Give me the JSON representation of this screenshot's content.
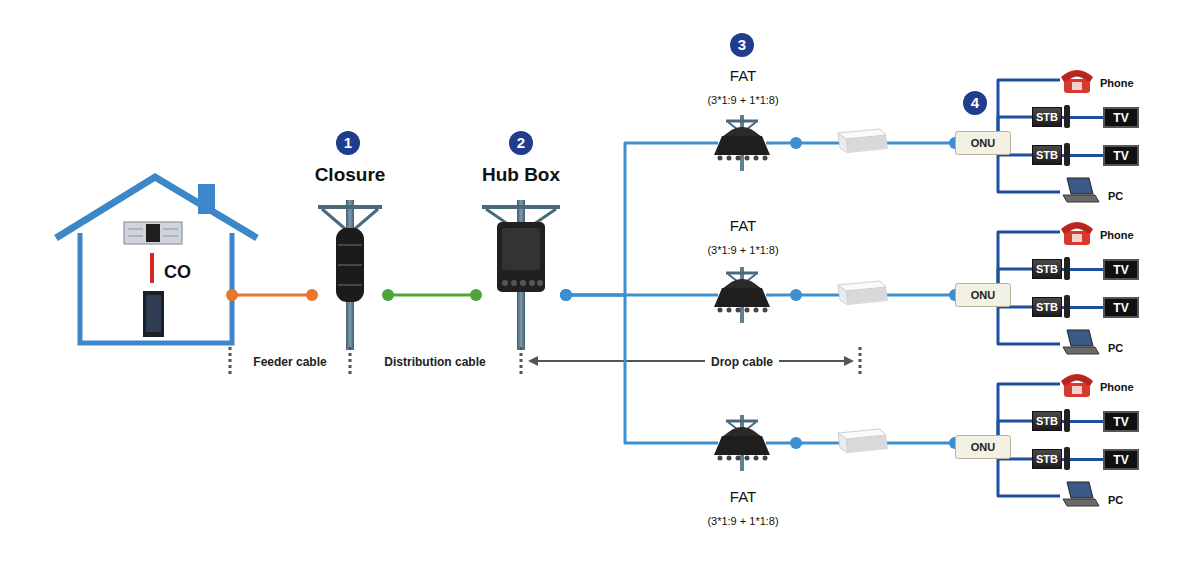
{
  "diagram": {
    "nodes": [
      {
        "text": [
          "CO"
        ]
      },
      {
        "text": [
          "Closure"
        ]
      },
      {
        "text": [
          "Hub Box"
        ]
      },
      {
        "text": [
          "FAT",
          "(3*1:9 + 1*1:8)"
        ]
      },
      {
        "text": [
          "FAT",
          "(3*1:9 + 1*1:8)"
        ]
      },
      {
        "text": [
          "FAT",
          "(3*1:9 + 1*1:8)"
        ]
      },
      {
        "text": [
          "ONU"
        ]
      },
      {
        "text": [
          "Phone"
        ]
      },
      {
        "text": [
          "STB"
        ]
      },
      {
        "text": [
          "TV"
        ]
      },
      {
        "text": [
          "STB"
        ]
      },
      {
        "text": [
          "TV"
        ]
      },
      {
        "text": [
          "PC"
        ]
      },
      {
        "text": [
          "ONU"
        ]
      },
      {
        "text": [
          "Phone"
        ]
      },
      {
        "text": [
          "STB"
        ]
      },
      {
        "text": [
          "TV"
        ]
      },
      {
        "text": [
          "STB"
        ]
      },
      {
        "text": [
          "TV"
        ]
      },
      {
        "text": [
          "PC"
        ]
      },
      {
        "text": [
          "ONU"
        ]
      },
      {
        "text": [
          "Phone"
        ]
      },
      {
        "text": [
          "STB"
        ]
      },
      {
        "text": [
          "TV"
        ]
      },
      {
        "text": [
          "STB"
        ]
      },
      {
        "text": [
          "TV"
        ]
      },
      {
        "text": [
          "PC"
        ]
      }
    ],
    "edges": [
      {
        "from": 0,
        "to": 1,
        "arrow": "none"
      },
      {
        "from": 1,
        "to": 2,
        "arrow": "none"
      },
      {
        "from": 2,
        "to": 3,
        "arrow": "none"
      },
      {
        "from": 2,
        "to": 4,
        "arrow": "none"
      },
      {
        "from": 2,
        "to": 5,
        "arrow": "none"
      },
      {
        "from": 3,
        "to": 6,
        "arrow": "none"
      },
      {
        "from": 4,
        "to": 13,
        "arrow": "none"
      },
      {
        "from": 5,
        "to": 20,
        "arrow": "none"
      },
      {
        "from": 6,
        "to": 7,
        "arrow": "none"
      },
      {
        "from": 6,
        "to": 8,
        "arrow": "none"
      },
      {
        "from": 8,
        "to": 9,
        "arrow": "none"
      },
      {
        "from": 6,
        "to": 10,
        "arrow": "none"
      },
      {
        "from": 10,
        "to": 11,
        "arrow": "none"
      },
      {
        "from": 6,
        "to": 12,
        "arrow": "none"
      },
      {
        "from": 13,
        "to": 14,
        "arrow": "none"
      },
      {
        "from": 13,
        "to": 15,
        "arrow": "none"
      },
      {
        "from": 15,
        "to": 16,
        "arrow": "none"
      },
      {
        "from": 13,
        "to": 17,
        "arrow": "none"
      },
      {
        "from": 17,
        "to": 18,
        "arrow": "none"
      },
      {
        "from": 13,
        "to": 19,
        "arrow": "none"
      },
      {
        "from": 20,
        "to": 21,
        "arrow": "none"
      },
      {
        "from": 20,
        "to": 22,
        "arrow": "none"
      },
      {
        "from": 22,
        "to": 23,
        "arrow": "none"
      },
      {
        "from": 20,
        "to": 24,
        "arrow": "none"
      },
      {
        "from": 24,
        "to": 25,
        "arrow": "none"
      },
      {
        "from": 20,
        "to": 26,
        "arrow": "none"
      }
    ],
    "labels": [
      "1",
      "2",
      "3",
      "4",
      "Feeder cable",
      "Distribution cable",
      "Drop cable"
    ]
  }
}
